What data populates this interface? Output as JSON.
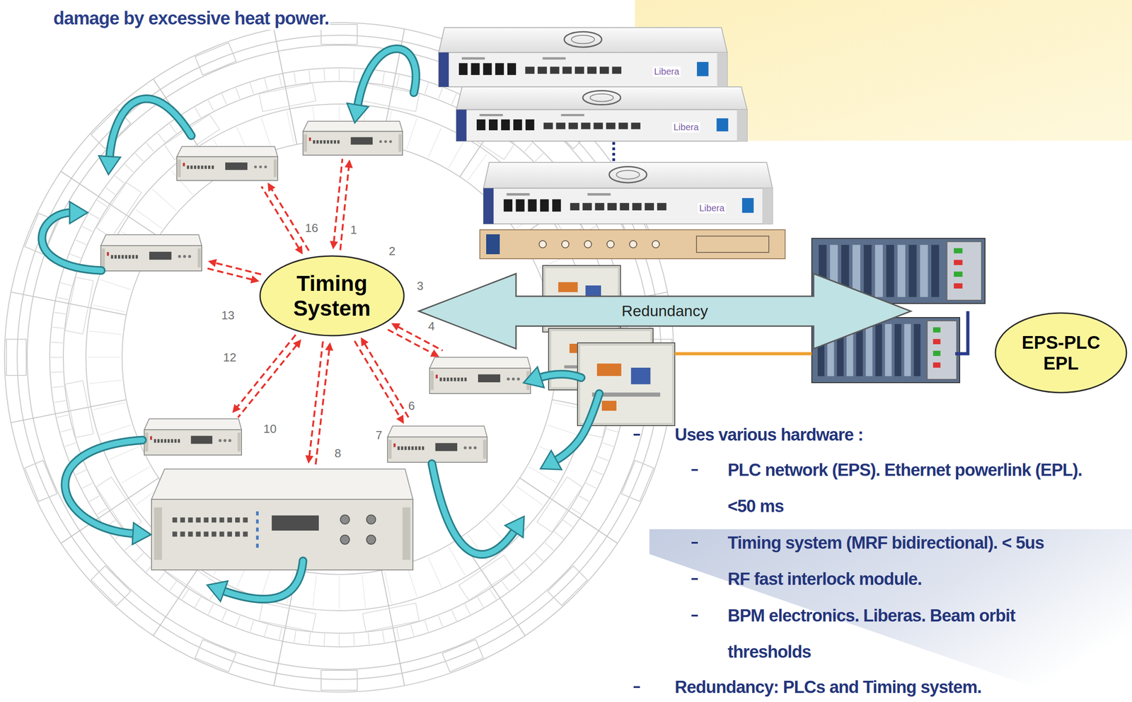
{
  "diagram": {
    "nodes": [
      {
        "text": [
          "Timing System"
        ]
      },
      {
        "text": [
          "Redundancy"
        ]
      },
      {
        "text": [
          "EPS-PLC EPL"
        ]
      }
    ],
    "labels": [
      "damage by excessive heat power.",
      "Uses various hardware :",
      "PLC network (EPS). Ethernet powerlink (EPL). <50 ms",
      "Timing system (MRF bidirectional). < 5us",
      "RF fast interlock module.",
      "BPM electronics. Liberas. Beam orbit thresholds",
      "Redundancy: PLCs and Timing system.",
      "16",
      "1",
      "2",
      "3",
      "4",
      "6",
      "7",
      "8",
      "10",
      "12",
      "13",
      "Libera",
      "Libera",
      "Libera"
    ]
  }
}
